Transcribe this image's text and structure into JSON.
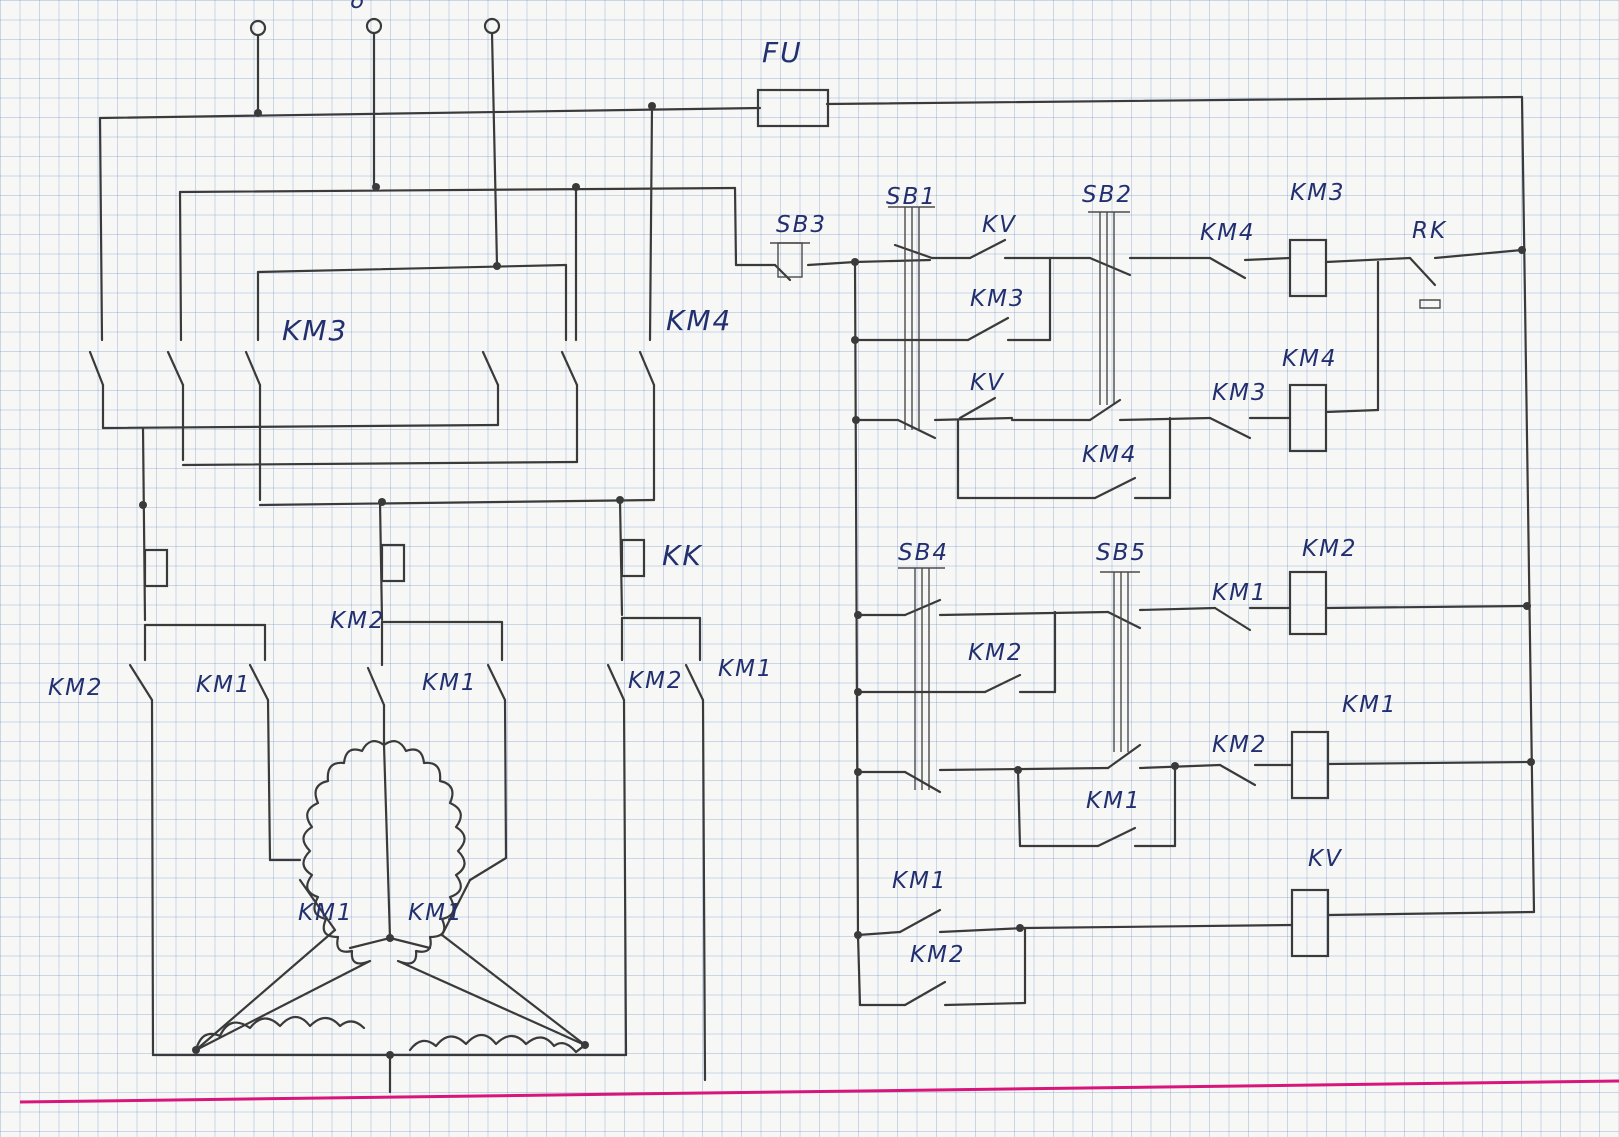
{
  "labels": {
    "top_mark": "ʊ",
    "fu": "FU",
    "sb3": "SB3",
    "sb1": "SB1",
    "kv_top": "KV",
    "sb2": "SB2",
    "km4_coil_contact": "KM4",
    "km3_coil": "KM3",
    "rk": "RK",
    "km3_power": "KM3",
    "km4_power": "KM4",
    "km3_hold": "KM3",
    "kv_mid": "KV",
    "km4_coil": "KM4",
    "km3_interlock": "KM3",
    "km4_hold": "KM4",
    "kk": "KK",
    "km2_mid": "KM2",
    "km2_left": "KM2",
    "km1_a": "KM1",
    "km1_b": "KM1",
    "km2_c": "KM2",
    "km1_c": "KM1",
    "sb4": "SB4",
    "sb5": "SB5",
    "km2_coil": "KM2",
    "km1_interlock": "KM1",
    "km2_hold": "KM2",
    "km1_coil": "KM1",
    "km2_interlock": "KM2",
    "km1_hold": "KM1",
    "km1_star_l": "KM1",
    "km1_star_r": "KM1",
    "km1_kv": "KM1",
    "km2_kv": "KM2",
    "kv_coil": "KV"
  },
  "colors": {
    "ink": "#233070",
    "wire": "#3a3a3a",
    "grid": "#8fa6cf",
    "margin": "#d8157a"
  }
}
